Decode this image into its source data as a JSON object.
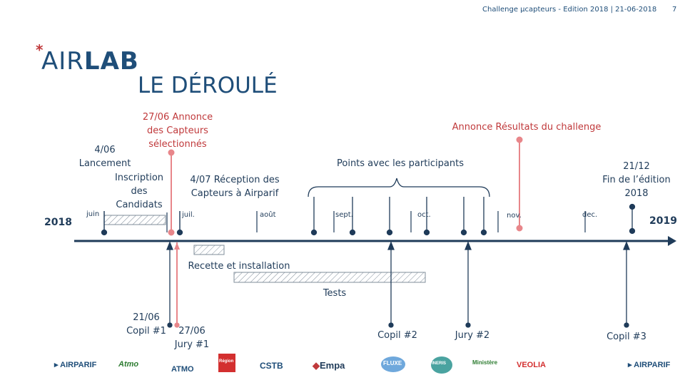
{
  "header": {
    "text": "Challenge µcapteurs - Edition 2018 | 21-06-2018",
    "page_number": "7"
  },
  "logo": {
    "air": "AIR",
    "lab": "LAB",
    "star": "*"
  },
  "title": "LE DÉROULÉ",
  "years": {
    "start": "2018",
    "end": "2019"
  },
  "months": {
    "juin": "juin",
    "juil": "juil.",
    "aout": "août",
    "sept": "sept.",
    "oct": "oct.",
    "nov": "nov.",
    "dec": "dec."
  },
  "events_above": {
    "lancement": {
      "line1": "4/06",
      "line2": "Lancement"
    },
    "inscription": {
      "line1": "Inscription",
      "line2": "des",
      "line3": "Candidats"
    },
    "annonce_capteurs": {
      "line1": "27/06 Annonce",
      "line2": "des Capteurs",
      "line3": "sélectionnés"
    },
    "reception": {
      "line1": "4/07 Réception des",
      "line2": "Capteurs à Airparif"
    },
    "points": "Points avec les participants",
    "annonce_resultats": "Annonce Résultats du challenge",
    "fin": {
      "line1": "21/12",
      "line2": "Fin de l’édition",
      "line3": "2018"
    }
  },
  "events_below": {
    "recette": "Recette et installation",
    "tests": "Tests",
    "copil1": {
      "line1": "21/06",
      "line2": "Copil #1"
    },
    "jury1": {
      "line1": "27/06",
      "line2": "Jury #1"
    },
    "copil2": "Copil #2",
    "jury2": "Jury #2",
    "copil3": "Copil #3"
  },
  "partners": {
    "airparif": "AIRPARIF",
    "atmo_grand_est": "Atmo",
    "atmo_aura": "ATMO",
    "region": "Région",
    "cstb": "CSTB",
    "empa": "Empa",
    "fluxe": "FLUXE",
    "ineris": "INERIS",
    "ecologie": "Ministère",
    "veolia": "VEOLIA",
    "airparif2": "AIRPARIF"
  },
  "colors": {
    "navy": "#1f3b59",
    "blue": "#1f4e79",
    "pink": "#e8868a",
    "red": "#c0393b",
    "axis": "#1f3b59"
  }
}
